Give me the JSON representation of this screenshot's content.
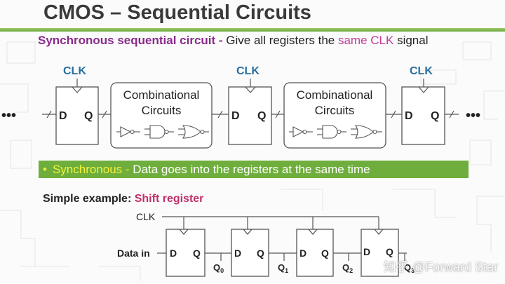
{
  "slide": {
    "title": "CMOS – Sequential Circuits",
    "subtitle_term": "Synchronous sequential circuit",
    "subtitle_dash": " - ",
    "subtitle_a": "Give all registers the ",
    "subtitle_hl": "same CLK",
    "subtitle_b": " signal"
  },
  "pipeline": {
    "clk_label": "CLK",
    "reg_d": "D",
    "reg_q": "Q",
    "comb_line1": "Combinational",
    "comb_line2": "Circuits",
    "ellipsis": "•••"
  },
  "banner": {
    "bullet": "•",
    "keyword": "Synchronous - ",
    "text": "Data goes into the registers at the same time"
  },
  "example": {
    "lead": "Simple example: ",
    "name": "Shift register",
    "clk_label": "CLK",
    "input_label": "Data in",
    "outputs": [
      {
        "base": "Q",
        "sub": "0"
      },
      {
        "base": "Q",
        "sub": "1"
      },
      {
        "base": "Q",
        "sub": "2"
      },
      {
        "base": "Q",
        "sub": "3"
      }
    ]
  },
  "watermark": "知乎 @Forward Star",
  "colors": {
    "clk_blue": "#2a6f9e",
    "accent_green": "#6fae3c",
    "purple": "#8a2a8a",
    "magenta": "#c03a9a"
  }
}
